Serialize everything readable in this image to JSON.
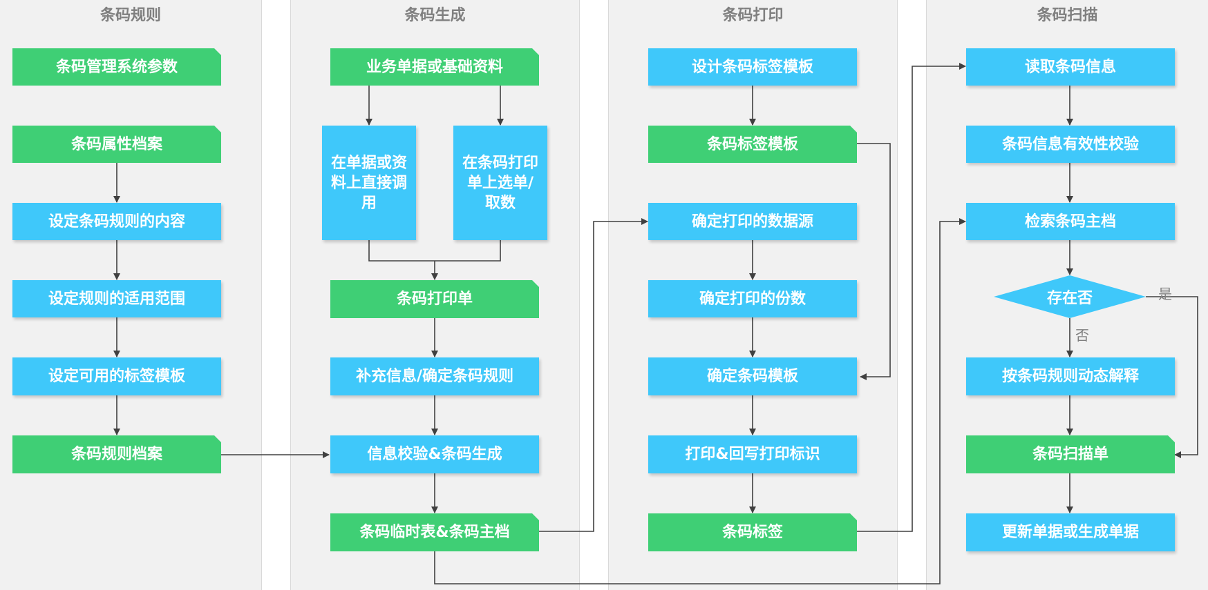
{
  "lanes": {
    "rules": "条码规则",
    "gen": "条码生成",
    "print": "条码打印",
    "scan": "条码扫描"
  },
  "rules": {
    "params": "条码管理系统参数",
    "attr": "条码属性档案",
    "content": "设定条码规则的内容",
    "scope": "设定规则的适用范围",
    "template": "设定可用的标签模板",
    "archive": "条码规则档案"
  },
  "gen": {
    "source": "业务单据或基础资料",
    "direct": "在单据或资料上直接调用",
    "select": "在条码打印单上选单/取数",
    "print_order": "条码打印单",
    "supplement": "补充信息/确定条码规则",
    "verify": "信息校验&条码生成",
    "master": "条码临时表&条码主档"
  },
  "print": {
    "design": "设计条码标签模板",
    "label_template": "条码标签模板",
    "datasource": "确定打印的数据源",
    "copies": "确定打印的份数",
    "template": "确定条码模板",
    "print_mark": "打印&回写打印标识",
    "label": "条码标签"
  },
  "scan": {
    "read": "读取条码信息",
    "validate": "条码信息有效性校验",
    "search": "检索条码主档",
    "exists": "存在否",
    "yes": "是",
    "no": "否",
    "parse": "按条码规则动态解释",
    "scan_order": "条码扫描单",
    "update": "更新单据或生成单据"
  },
  "colors": {
    "blue": "#3fc8fa",
    "green": "#3fcf75",
    "lane": "#f1f1f1",
    "line": "#404040",
    "title": "#7f7f7f"
  }
}
